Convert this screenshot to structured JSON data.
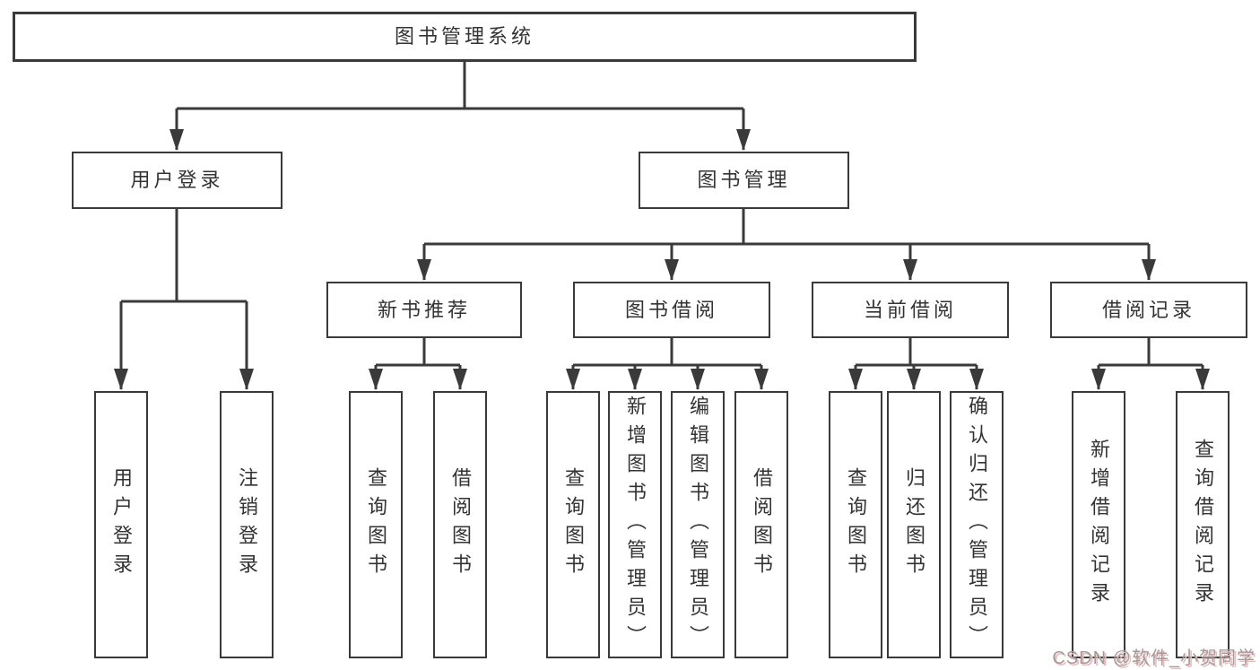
{
  "nodes": {
    "root": {
      "label": "图书管理系统"
    },
    "login": {
      "label": "用户登录"
    },
    "mgmt": {
      "label": "图书管理"
    },
    "rec": {
      "label": "新书推荐"
    },
    "borrow": {
      "label": "图书借阅"
    },
    "current": {
      "label": "当前借阅"
    },
    "records": {
      "label": "借阅记录"
    },
    "leaf_login": {
      "label": "用户登录"
    },
    "leaf_logout": {
      "label": "注销登录"
    },
    "leaf_rec_query": {
      "label": "查询图书"
    },
    "leaf_rec_borrow": {
      "label": "借阅图书"
    },
    "leaf_borrow_query": {
      "label": "查询图书"
    },
    "leaf_borrow_add": {
      "label": "新增图书（管理员）"
    },
    "leaf_borrow_edit": {
      "label": "编辑图书（管理员）"
    },
    "leaf_borrow_lend": {
      "label": "借阅图书"
    },
    "leaf_current_query": {
      "label": "查询图书"
    },
    "leaf_current_return": {
      "label": "归还图书"
    },
    "leaf_current_confirm": {
      "label": "确认归还（管理员）"
    },
    "leaf_records_add": {
      "label": "新增借阅记录"
    },
    "leaf_records_query": {
      "label": "查询借阅记录"
    }
  },
  "watermark": {
    "text": "CSDN @软件_小贺同学"
  },
  "colors": {
    "background": "#ffffff",
    "line": "#3a3a3a",
    "box_border": "#3a3a3a",
    "text": "#333333",
    "watermark_text": "#9d9d9d",
    "watermark_shadow": "#f1b8b8"
  }
}
